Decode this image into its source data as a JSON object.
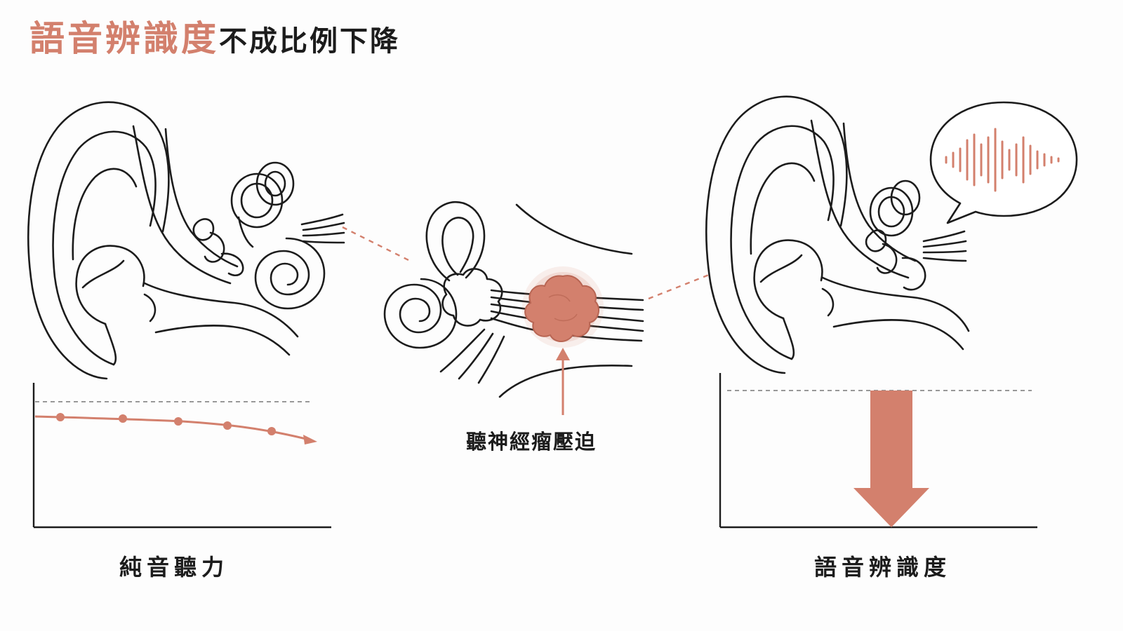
{
  "title": {
    "accent": "語音辨識度",
    "rest": "不成比例下降"
  },
  "labels": {
    "pure_tone_hearing": "純音聽力",
    "tumor_compression": "聽神經瘤壓迫",
    "speech_discrimination": "語音辨識度"
  },
  "colors": {
    "accent": "#d3806d",
    "ink": "#1c1c1c",
    "dashed_line": "#777777",
    "background": "#fdfdfd"
  },
  "icons": {
    "left_ear": "ear-illustration",
    "center_inner_ear": "inner-ear-with-tumor-illustration",
    "right_ear": "ear-illustration",
    "speech_bubble": "speech-bubble-soundwave-icon",
    "down_arrow": "large-down-arrow"
  }
}
